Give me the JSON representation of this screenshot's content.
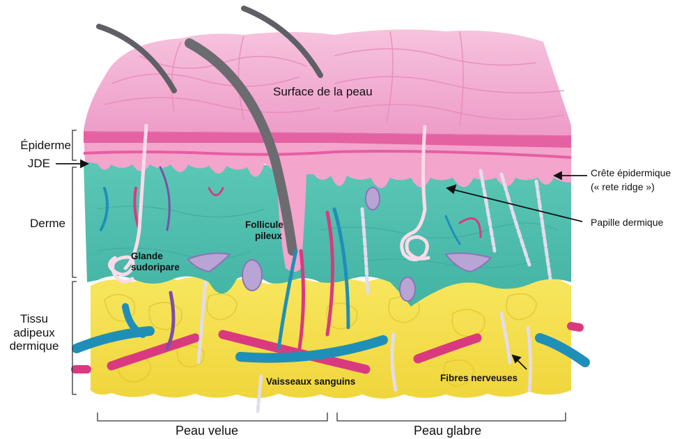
{
  "labels": {
    "surface": "Surface de la peau",
    "epiderme": "Épiderme",
    "jde": "JDE",
    "derme": "Derme",
    "tissu_line1": "Tissu",
    "tissu_line2": "adipeux",
    "tissu_line3": "dermique",
    "crete_line1": "Crête épidermique",
    "crete_line2": "(« rete ridge »)",
    "papille": "Papille dermique",
    "follicule_line1": "Follicule",
    "follicule_line2": "pileux",
    "glande_line1": "Glande",
    "glande_line2": "sudoripare",
    "vaisseaux": "Vaisseaux sanguins",
    "fibres": "Fibres nerveuses",
    "peau_velue": "Peau velue",
    "peau_glabre": "Peau glabre"
  },
  "colors": {
    "epidermis_surface": "#f0a9cf",
    "epidermis_band": "#e0559a",
    "dermis": "#4fc1b0",
    "fat": "#f4e04d",
    "hair": "#6b6b70",
    "vessel_blue": "#1f8fb8",
    "vessel_pink": "#d93a7f",
    "nerve": "#d9d3e8"
  }
}
